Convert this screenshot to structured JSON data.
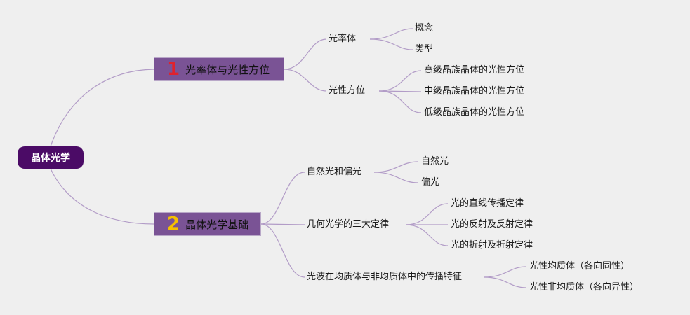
{
  "root": {
    "label": "晶体光学"
  },
  "branches": [
    {
      "number": "1",
      "label": "光率体与光性方位",
      "children": [
        {
          "label": "光率体",
          "children": [
            "概念",
            "类型"
          ]
        },
        {
          "label": "光性方位",
          "children": [
            "高级晶族晶体的光性方位",
            "中级晶族晶体的光性方位",
            "低级晶族晶体的光性方位"
          ]
        }
      ]
    },
    {
      "number": "2",
      "label": "晶体光学基础",
      "children": [
        {
          "label": "自然光和偏光",
          "children": [
            "自然光",
            "偏光"
          ]
        },
        {
          "label": "几何光学的三大定律",
          "children": [
            "光的直线传播定律",
            "光的反射及反射定律",
            "光的折射及折射定律"
          ]
        },
        {
          "label": "光波在均质体与非均质体中的传播特征",
          "children": [
            "光性均质体（各向同性）",
            "光性非均质体（各向异性）"
          ]
        }
      ]
    }
  ],
  "colors": {
    "root_bg": "#4b0b66",
    "branch_bg": "#7a5395",
    "number1": "#e0222c",
    "number2": "#f5c000",
    "connector": "#b29cc7",
    "background": "#efefef"
  }
}
